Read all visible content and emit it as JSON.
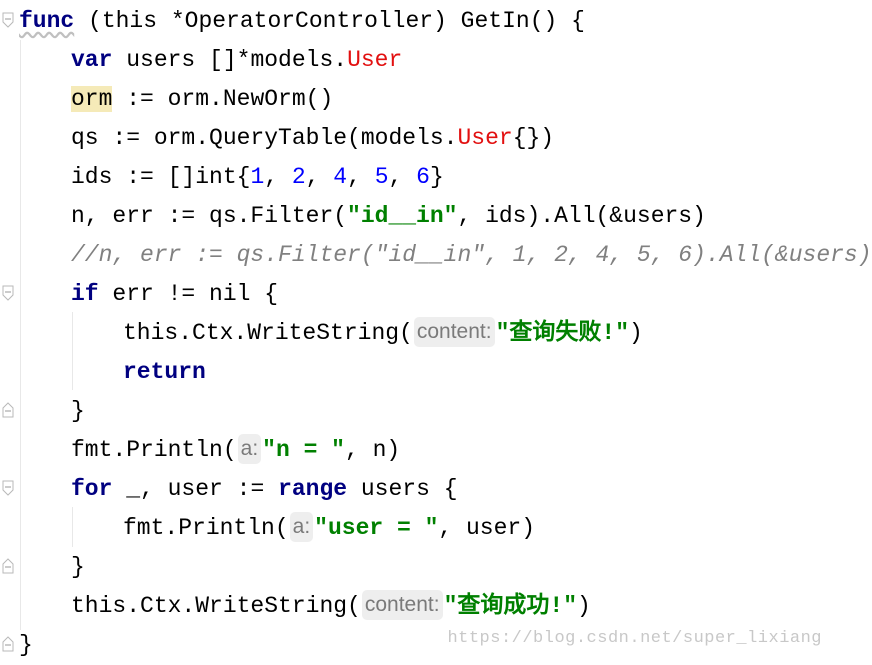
{
  "editor": {
    "lines": [
      {
        "tokens": [
          {
            "t": "func",
            "c": "kw",
            "s": "squig"
          },
          {
            "t": " (this *OperatorController) GetIn() {"
          }
        ]
      },
      {
        "tokens": [
          {
            "t": "var",
            "c": "kw"
          },
          {
            "t": " users []*models."
          },
          {
            "t": "User",
            "c": "type"
          }
        ]
      },
      {
        "tokens": [
          {
            "t": "orm",
            "c": "hl"
          },
          {
            "t": " := orm.NewOrm()"
          }
        ]
      },
      {
        "tokens": [
          {
            "t": "qs := orm.QueryTable(models."
          },
          {
            "t": "User",
            "c": "type"
          },
          {
            "t": "{})"
          }
        ]
      },
      {
        "tokens": [
          {
            "t": "ids := []int{"
          },
          {
            "t": "1",
            "c": "num"
          },
          {
            "t": ", "
          },
          {
            "t": "2",
            "c": "num"
          },
          {
            "t": ", "
          },
          {
            "t": "4",
            "c": "num"
          },
          {
            "t": ", "
          },
          {
            "t": "5",
            "c": "num"
          },
          {
            "t": ", "
          },
          {
            "t": "6",
            "c": "num"
          },
          {
            "t": "}"
          }
        ]
      },
      {
        "tokens": [
          {
            "t": "n, err := qs.Filter("
          },
          {
            "t": "\"id__in\"",
            "c": "str"
          },
          {
            "t": ", ids).All(&users)"
          }
        ]
      },
      {
        "tokens": [
          {
            "t": "//n, err := qs.Filter(\"id__in\", 1, 2, 4, 5, 6).All(&users)",
            "c": "cmt"
          }
        ]
      },
      {
        "tokens": [
          {
            "t": "if",
            "c": "kw"
          },
          {
            "t": " err != nil {"
          }
        ]
      },
      {
        "tokens": [
          {
            "t": "this.Ctx.WriteString("
          },
          {
            "t": "content:",
            "c": "hint"
          },
          {
            "t": "\"查询失败!\"",
            "c": "str"
          },
          {
            "t": ")"
          }
        ]
      },
      {
        "tokens": [
          {
            "t": "return",
            "c": "kw"
          }
        ]
      },
      {
        "tokens": [
          {
            "t": "}"
          }
        ]
      },
      {
        "tokens": [
          {
            "t": "fmt.Println("
          },
          {
            "t": "a:",
            "c": "hint"
          },
          {
            "t": "\"n = \"",
            "c": "str"
          },
          {
            "t": ", n)"
          }
        ]
      },
      {
        "tokens": [
          {
            "t": "for",
            "c": "kw"
          },
          {
            "t": " _, user := "
          },
          {
            "t": "range",
            "c": "kw"
          },
          {
            "t": " users {"
          }
        ]
      },
      {
        "tokens": [
          {
            "t": "fmt.Println("
          },
          {
            "t": "a:",
            "c": "hint"
          },
          {
            "t": "\"user = \"",
            "c": "str"
          },
          {
            "t": ", user)"
          }
        ]
      },
      {
        "tokens": [
          {
            "t": "}"
          }
        ]
      },
      {
        "tokens": [
          {
            "t": "this.Ctx.WriteString("
          },
          {
            "t": "content:",
            "c": "hint"
          },
          {
            "t": "\"查询成功!\"",
            "c": "str"
          },
          {
            "t": ")"
          }
        ]
      },
      {
        "tokens": [
          {
            "t": "}"
          }
        ]
      }
    ]
  },
  "watermark": "https://blog.csdn.net/super_lixiang"
}
